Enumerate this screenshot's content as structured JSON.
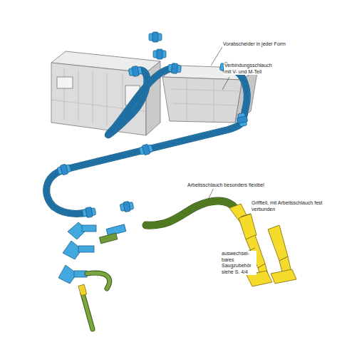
{
  "diagram": {
    "labels": [
      "Vorabscheider in jeder Form",
      "Verbindungsschlauch mit V- und M-Teil",
      "Arbeitsschlauch besonders flexibel",
      "Griffteil, mit Arbeitsschlauch fest verbunden",
      "auswechsel- bares Saugzubehör siehe S. 4/4"
    ]
  }
}
